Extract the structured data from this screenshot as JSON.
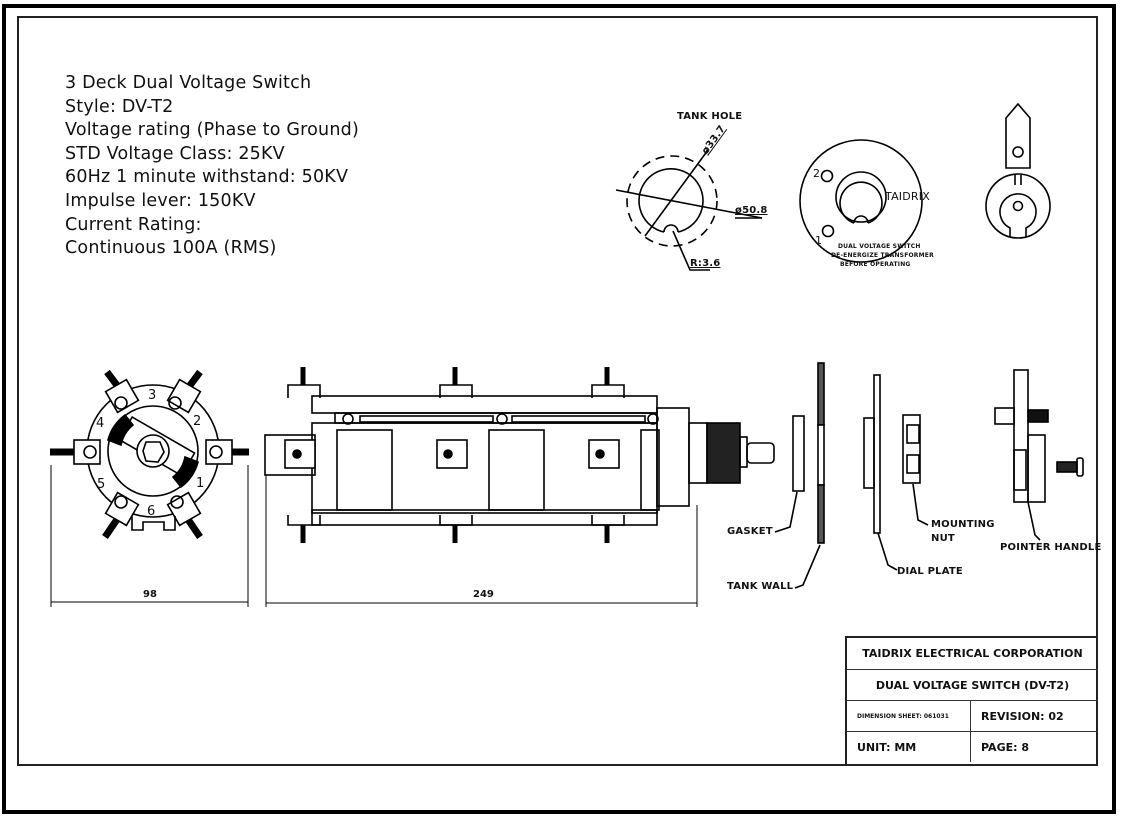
{
  "specs": {
    "lines": [
      "3 Deck Dual Voltage Switch",
      "Style: DV-T2",
      "Voltage rating (Phase to Ground)",
      "STD Voltage Class: 25KV",
      "60Hz 1 minute withstand: 50KV",
      "Impulse lever: 150KV",
      "Current Rating:",
      "Continuous 100A (RMS)"
    ]
  },
  "tank_hole": {
    "title": "TANK HOLE",
    "inner_diameter": "ø33.7",
    "outer_diameter": "ø50.8",
    "key_radius": "R:3.6"
  },
  "dial_plate_front": {
    "brand": "TAIDRIX",
    "position_1": "1",
    "position_2": "2",
    "warning_lines": [
      "DUAL VOLTAGE SWITCH",
      "DE-ENERGIZE TRANSFORMER",
      "BEFORE OPERATING"
    ]
  },
  "front_view": {
    "terminal_numbers": [
      "1",
      "2",
      "3",
      "4",
      "5",
      "6"
    ],
    "width_dimension": "98"
  },
  "side_view": {
    "length_dimension": "249"
  },
  "parts": {
    "gasket": "GASKET",
    "tank_wall": "TANK WALL",
    "dial_plate": "DIAL PLATE",
    "mounting_nut_line1": "MOUNTING",
    "mounting_nut_line2": "NUT",
    "pointer_handle": "POINTER HANDLE"
  },
  "title_block": {
    "company": "TAIDRIX ELECTRICAL CORPORATION",
    "product": "DUAL VOLTAGE SWITCH (DV-T2)",
    "dimension_sheet": "DIMENSION SHEET: 061031",
    "revision": "REVISION: 02",
    "unit": "UNIT: MM",
    "page": "PAGE: 8"
  }
}
